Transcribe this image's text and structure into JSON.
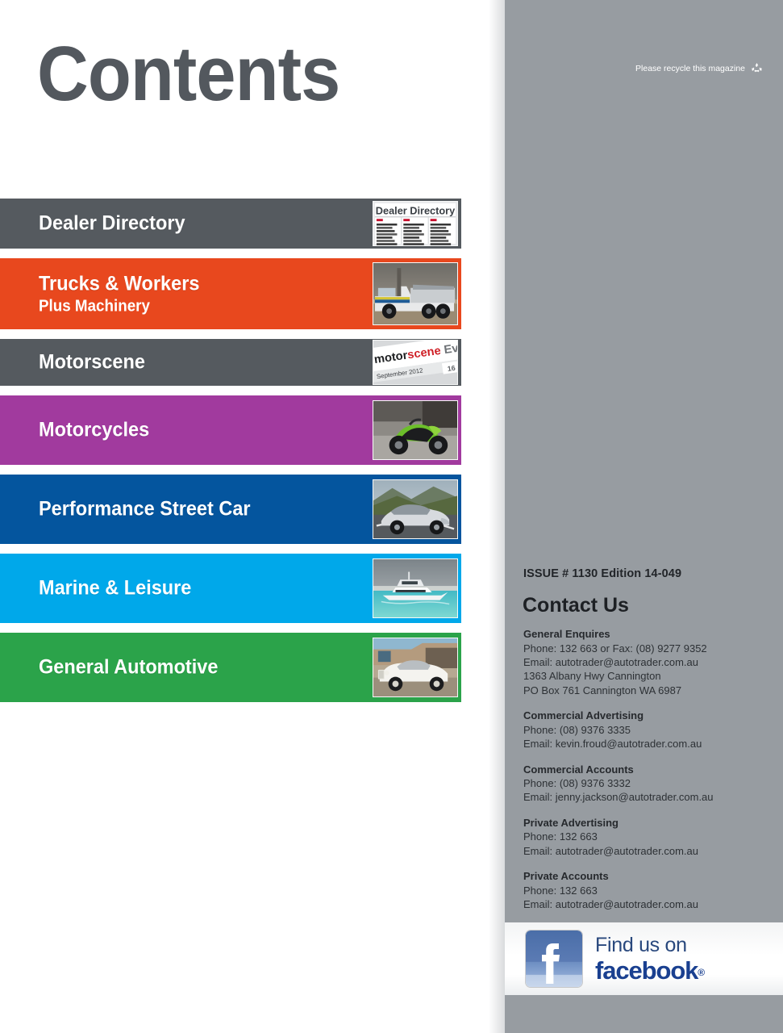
{
  "page": {
    "title": "Contents",
    "title_color": "#53585e",
    "panel_color": "#979ca1"
  },
  "recycle": {
    "text": "Please recycle this magazine",
    "icon": "recycle-icon"
  },
  "contents": [
    {
      "title": "Dealer Directory",
      "subtitle": "",
      "color": "#555a5f",
      "thumb": "dealer-directory-page-thumbnail",
      "thumb_text": {
        "heading": "Dealer Directory"
      }
    },
    {
      "title": "Trucks & Workers",
      "subtitle": "Plus Machinery",
      "color": "#e8481e",
      "thumb": "tipper-truck-photo-thumbnail"
    },
    {
      "title": "Motorscene",
      "subtitle": "",
      "color": "#555a5f",
      "thumb": "motorscene-page-thumbnail",
      "thumb_text": {
        "brand_a": "motor",
        "brand_b": "scene",
        "brand_c": "Eve",
        "date": "September 2012",
        "page_no": "16"
      }
    },
    {
      "title": "Motorcycles",
      "subtitle": "",
      "color": "#a13a9e",
      "thumb": "green-sportbike-photo-thumbnail"
    },
    {
      "title": "Performance Street Car",
      "subtitle": "",
      "color": "#04559e",
      "thumb": "silver-sedan-photo-thumbnail"
    },
    {
      "title": "Marine & Leisure",
      "subtitle": "",
      "color": "#00a8ea",
      "thumb": "white-yacht-photo-thumbnail"
    },
    {
      "title": "General Automotive",
      "subtitle": "",
      "color": "#2ba34a",
      "thumb": "white-classic-car-photo-thumbnail"
    }
  ],
  "issue": {
    "line": "ISSUE # 1130  Edition 14-049"
  },
  "contact": {
    "heading": "Contact Us",
    "blocks": [
      {
        "title": "General Enquires",
        "lines": [
          "Phone: 132 663 or Fax: (08) 9277 9352",
          "Email: autotrader@autotrader.com.au",
          "1363 Albany Hwy Cannington",
          "PO Box 761 Cannington WA 6987"
        ]
      },
      {
        "title": "Commercial Advertising",
        "lines": [
          "Phone: (08) 9376 3335",
          "Email: kevin.froud@autotrader.com.au"
        ]
      },
      {
        "title": "Commercial Accounts",
        "lines": [
          "Phone: (08) 9376 3332",
          "Email: jenny.jackson@autotrader.com.au"
        ]
      },
      {
        "title": "Private Advertising",
        "lines": [
          "Phone: 132 663",
          "Email: autotrader@autotrader.com.au"
        ]
      },
      {
        "title": "Private Accounts",
        "lines": [
          "Phone: 132 663",
          "Email: autotrader@autotrader.com.au"
        ]
      }
    ]
  },
  "facebook": {
    "icon": "facebook-f-icon",
    "line1": "Find us on",
    "line2": "facebook",
    "registered": "®"
  }
}
